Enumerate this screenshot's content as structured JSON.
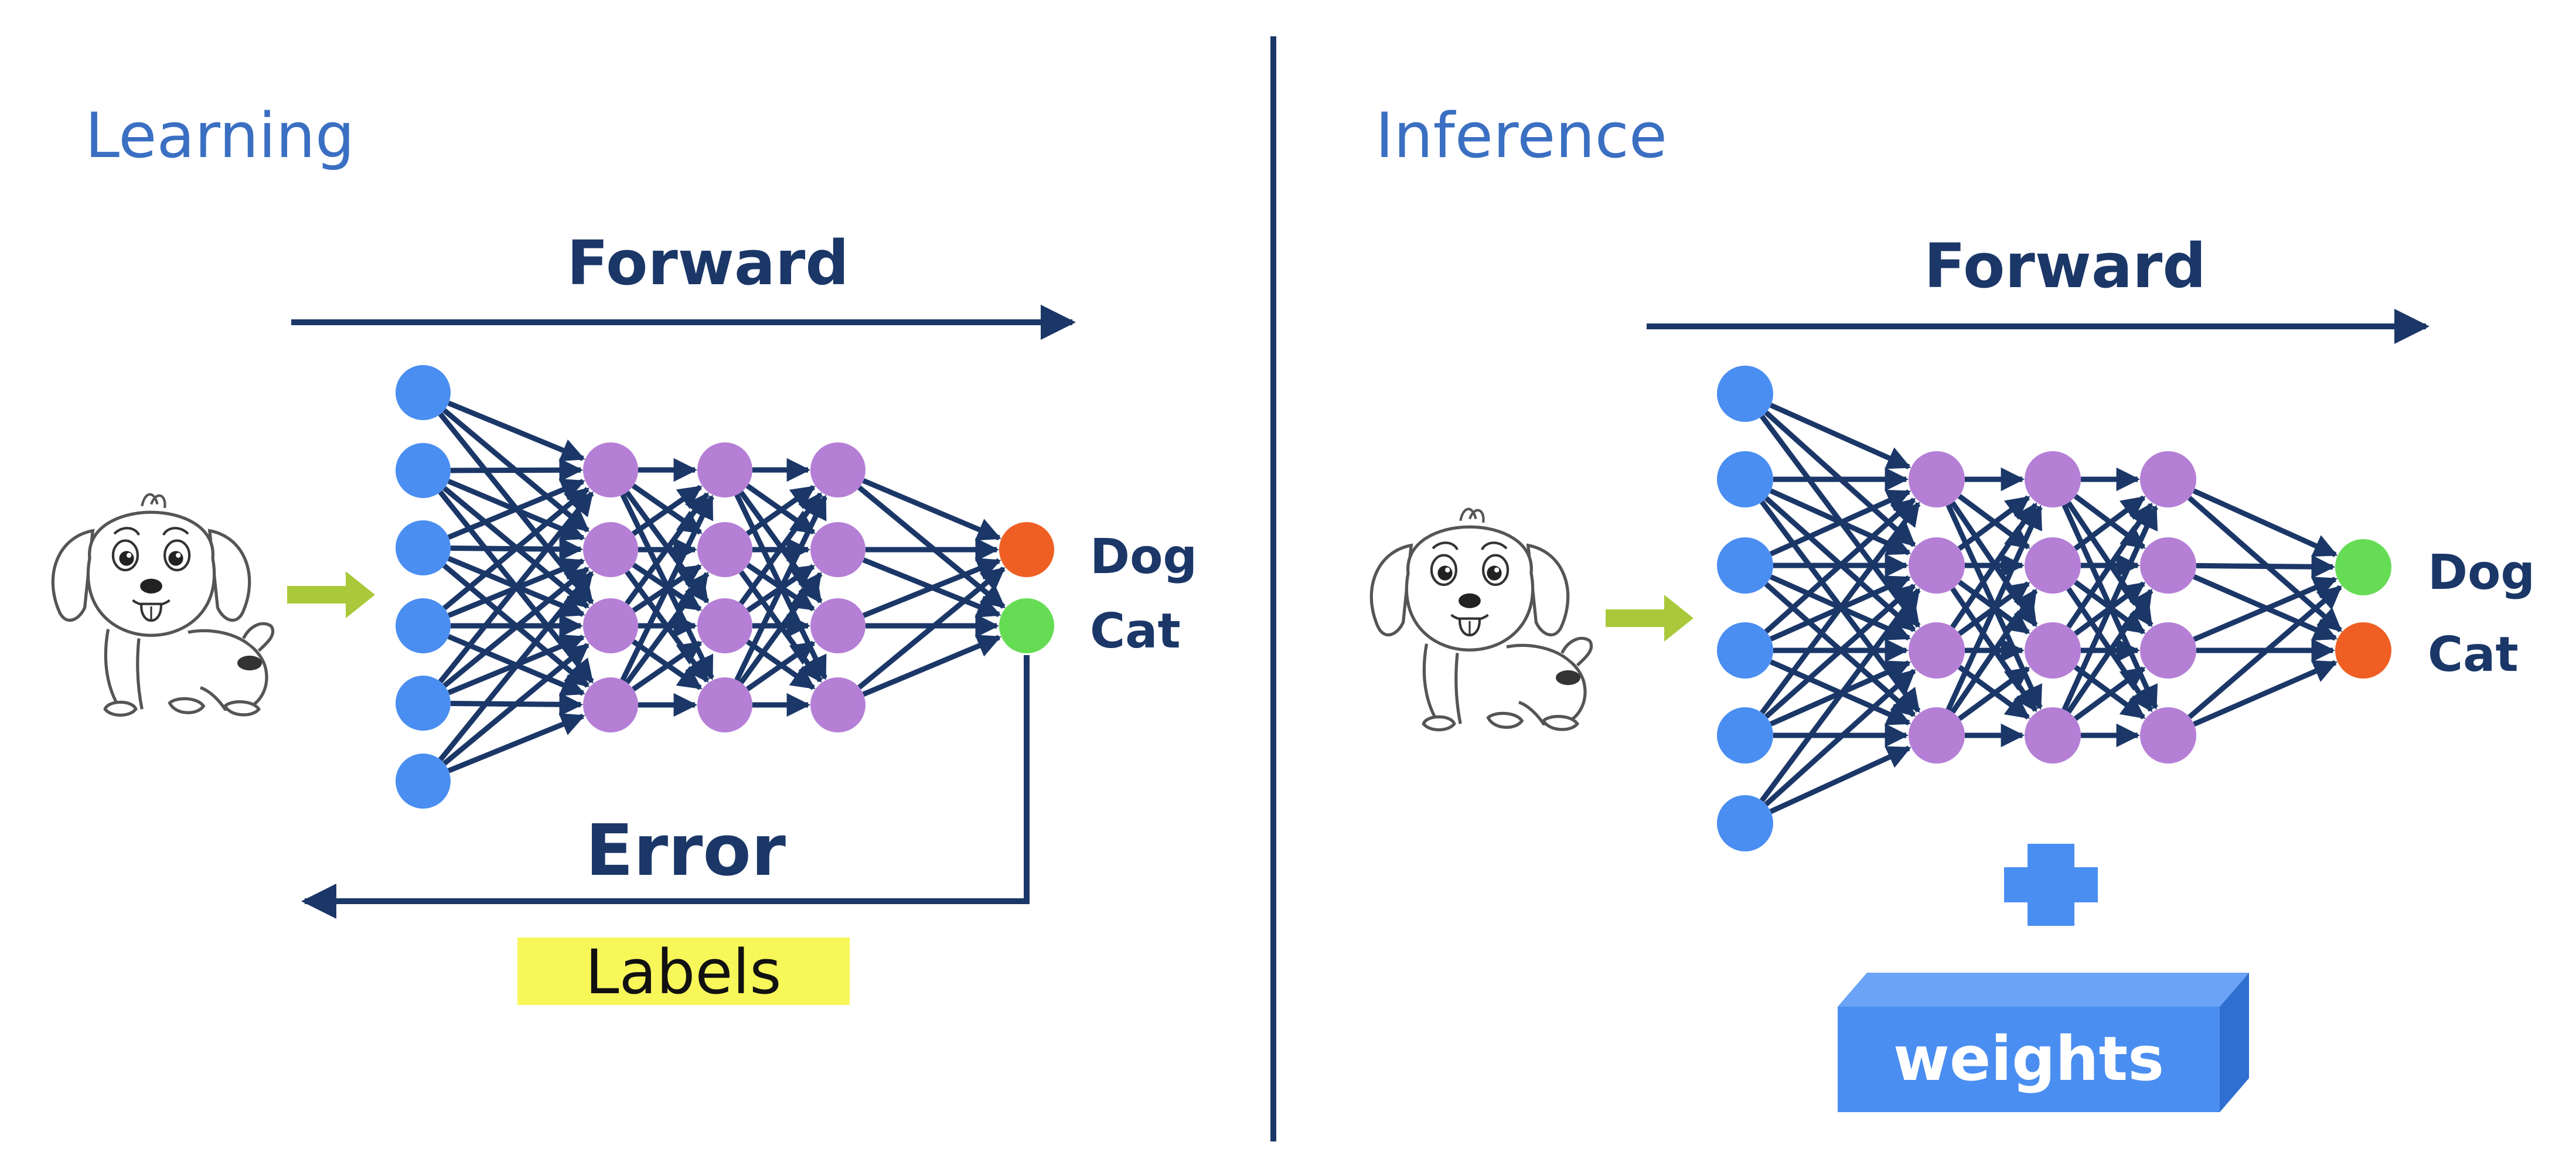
{
  "learning": {
    "heading": "Learning",
    "forward_label": "Forward",
    "error_label": "Error",
    "labels_box": "Labels",
    "outputs": [
      {
        "label": "Dog",
        "color": "#ef5f24"
      },
      {
        "label": "Cat",
        "color": "#66dc55"
      }
    ]
  },
  "inference": {
    "heading": "Inference",
    "forward_label": "Forward",
    "weights_box": "weights",
    "outputs": [
      {
        "label": "Dog",
        "color": "#66dc55"
      },
      {
        "label": "Cat",
        "color": "#ef5f24"
      }
    ]
  },
  "colors": {
    "heading": "#3a6fc2",
    "dark_blue": "#1b3768",
    "input_node": "#4a8ef2",
    "hidden_node": "#b57fd6",
    "input_arrow": "#a9c93a",
    "labels_highlight": "#f7f75a",
    "weights_box": "#4a8ef2"
  },
  "network": {
    "input_nodes": 6,
    "hidden_layers": 3,
    "hidden_nodes_per_layer": 4,
    "output_nodes": 2
  }
}
